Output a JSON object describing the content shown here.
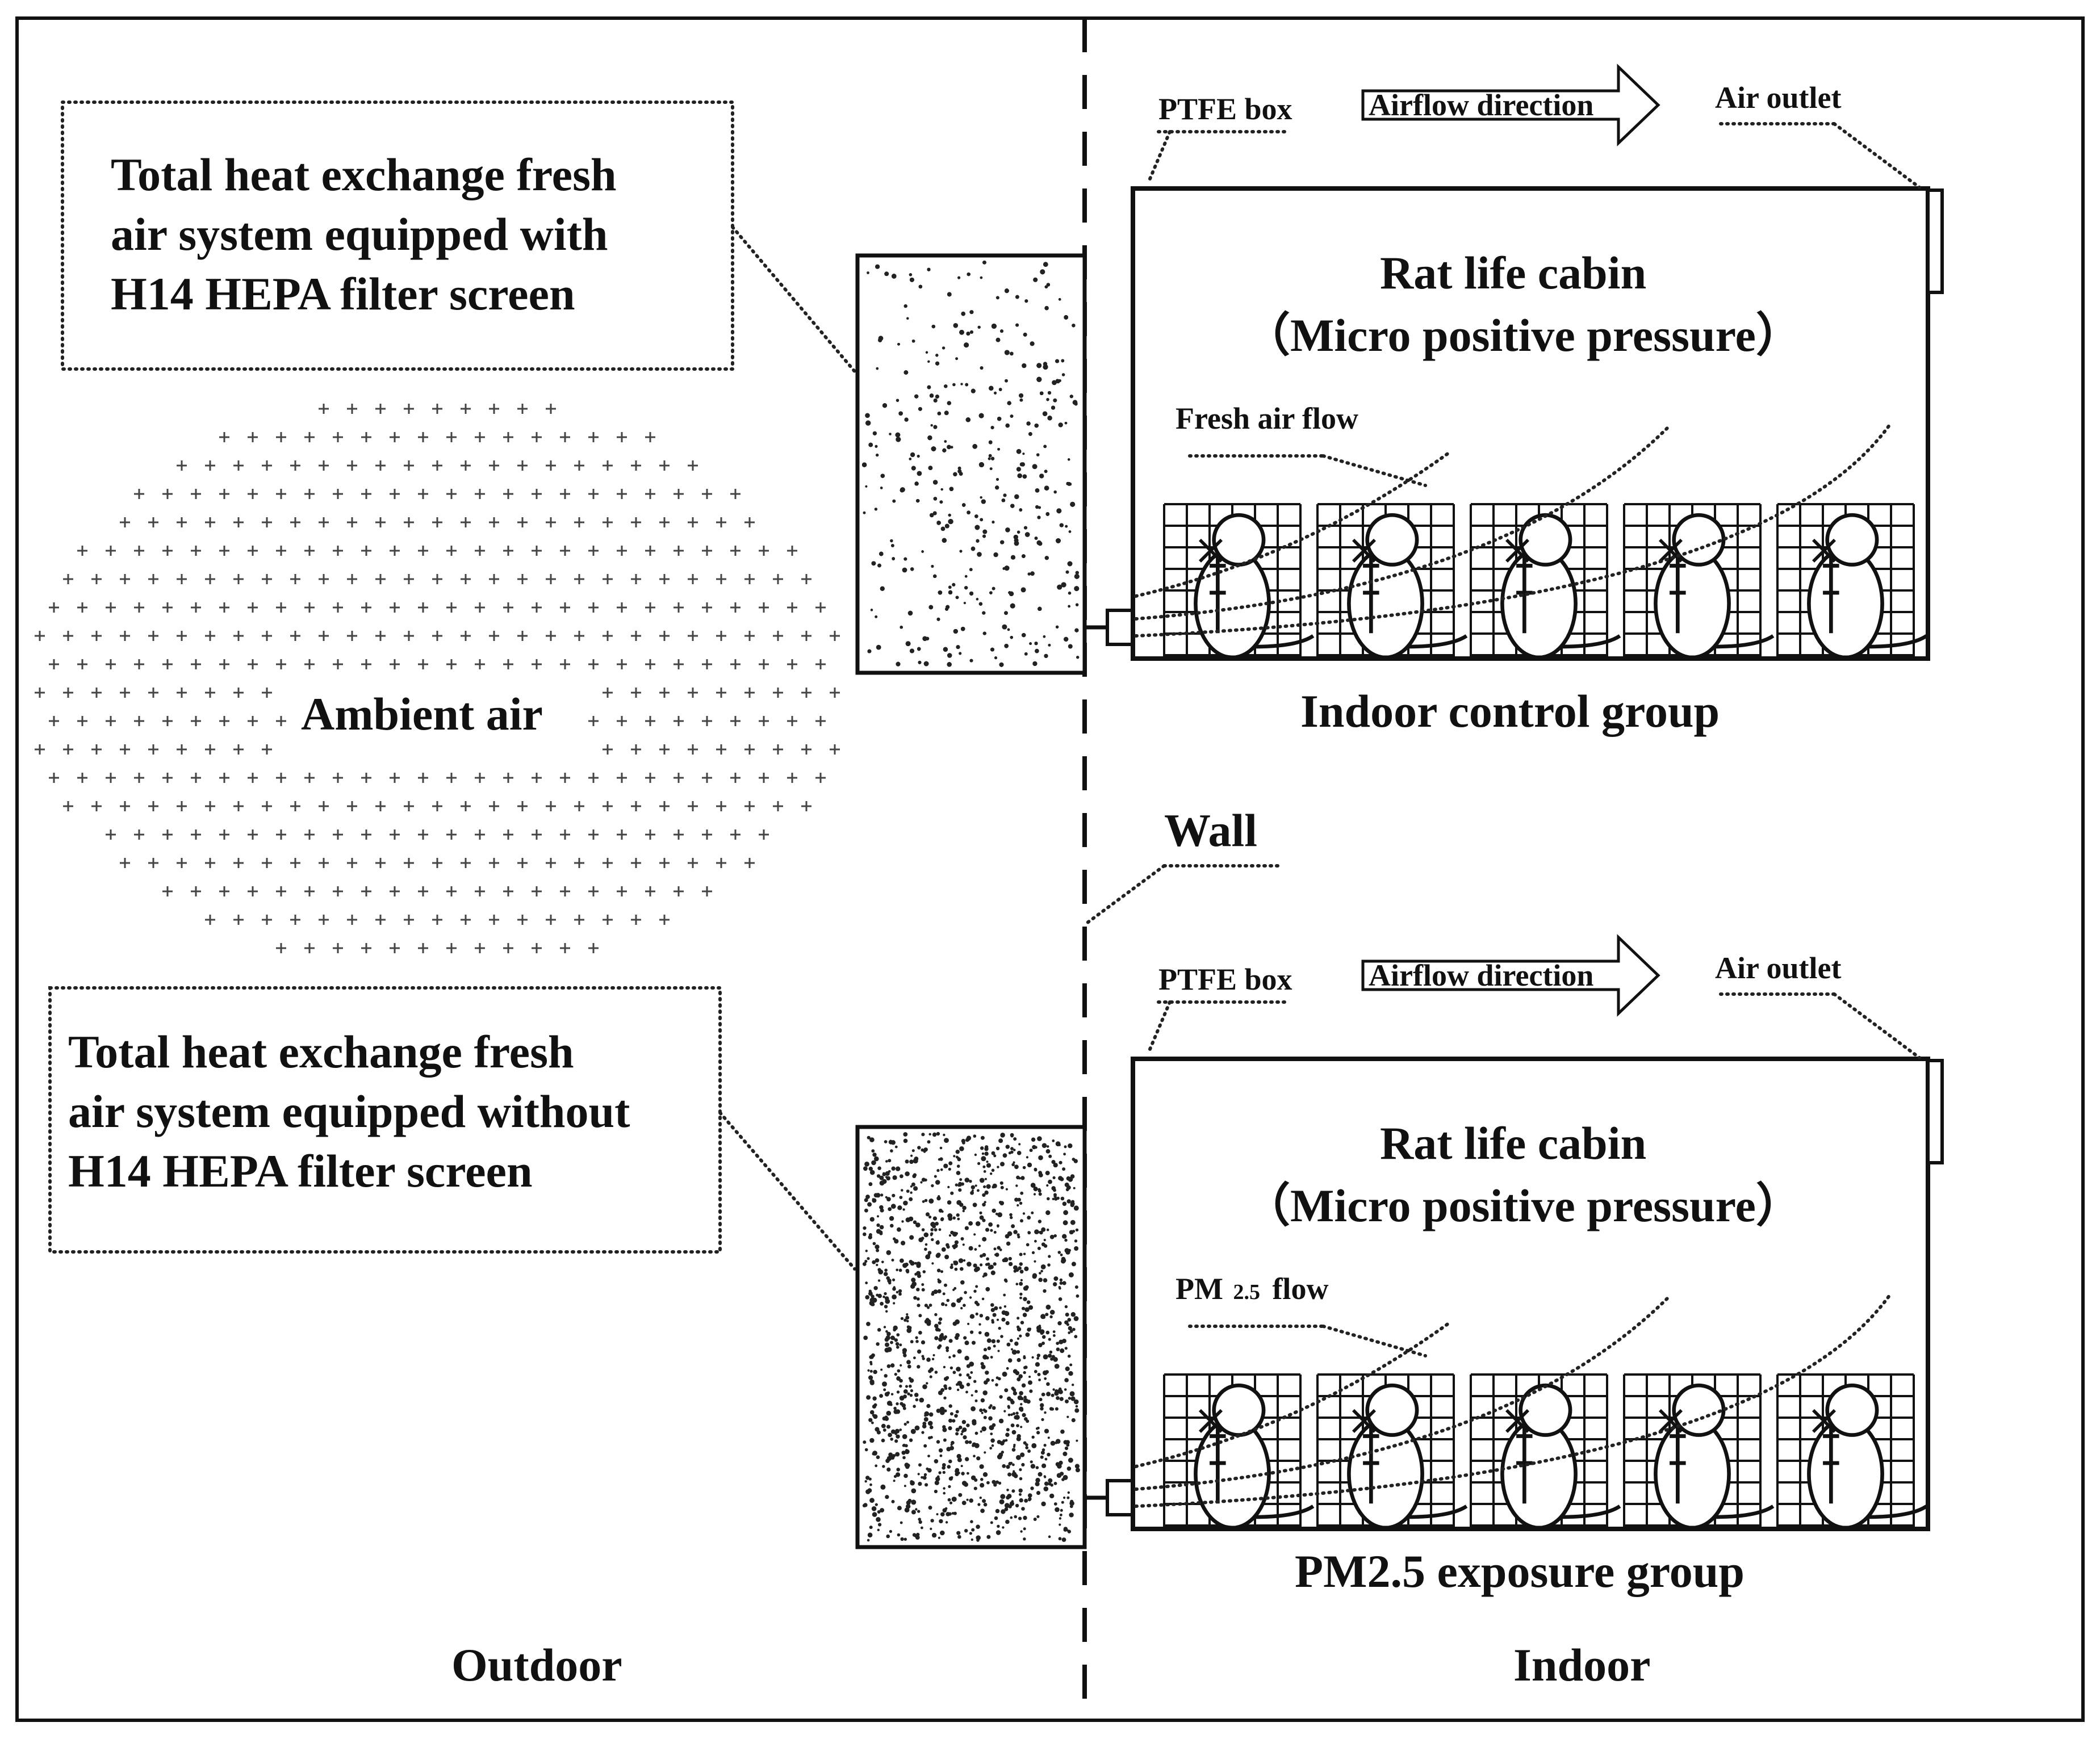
{
  "labels": {
    "outdoor": "Outdoor",
    "indoor": "Indoor",
    "wall": "Wall",
    "ambient_air": "Ambient air"
  },
  "top_system": {
    "filter_label_lines": [
      "Total heat exchange fresh",
      "air system equipped with",
      "H14 HEPA filter screen"
    ],
    "ptfe_box": "PTFE box",
    "airflow_direction": "Airflow direction",
    "air_outlet": "Air outlet",
    "cabin_title": "Rat life cabin",
    "cabin_subtitle": "（Micro positive pressure）",
    "flow_label": "Fresh air flow",
    "group_label": "Indoor control group"
  },
  "bottom_system": {
    "filter_label_lines": [
      "Total heat exchange fresh",
      "air system equipped without",
      "H14 HEPA filter screen"
    ],
    "ptfe_box": "PTFE box",
    "airflow_direction": "Airflow direction",
    "air_outlet": "Air outlet",
    "cabin_title": "Rat life cabin",
    "cabin_subtitle": "（Micro positive pressure）",
    "flow_label_main": "PM",
    "flow_label_sub": "2.5",
    "flow_label_tail": "flow",
    "group_label": "PM2.5 exposure group"
  },
  "colors": {
    "stroke": "#111111",
    "background": "#ffffff"
  },
  "icons": {
    "rat": "rat-icon",
    "cage": "cage-grid",
    "filter": "fresh-air-unit"
  }
}
